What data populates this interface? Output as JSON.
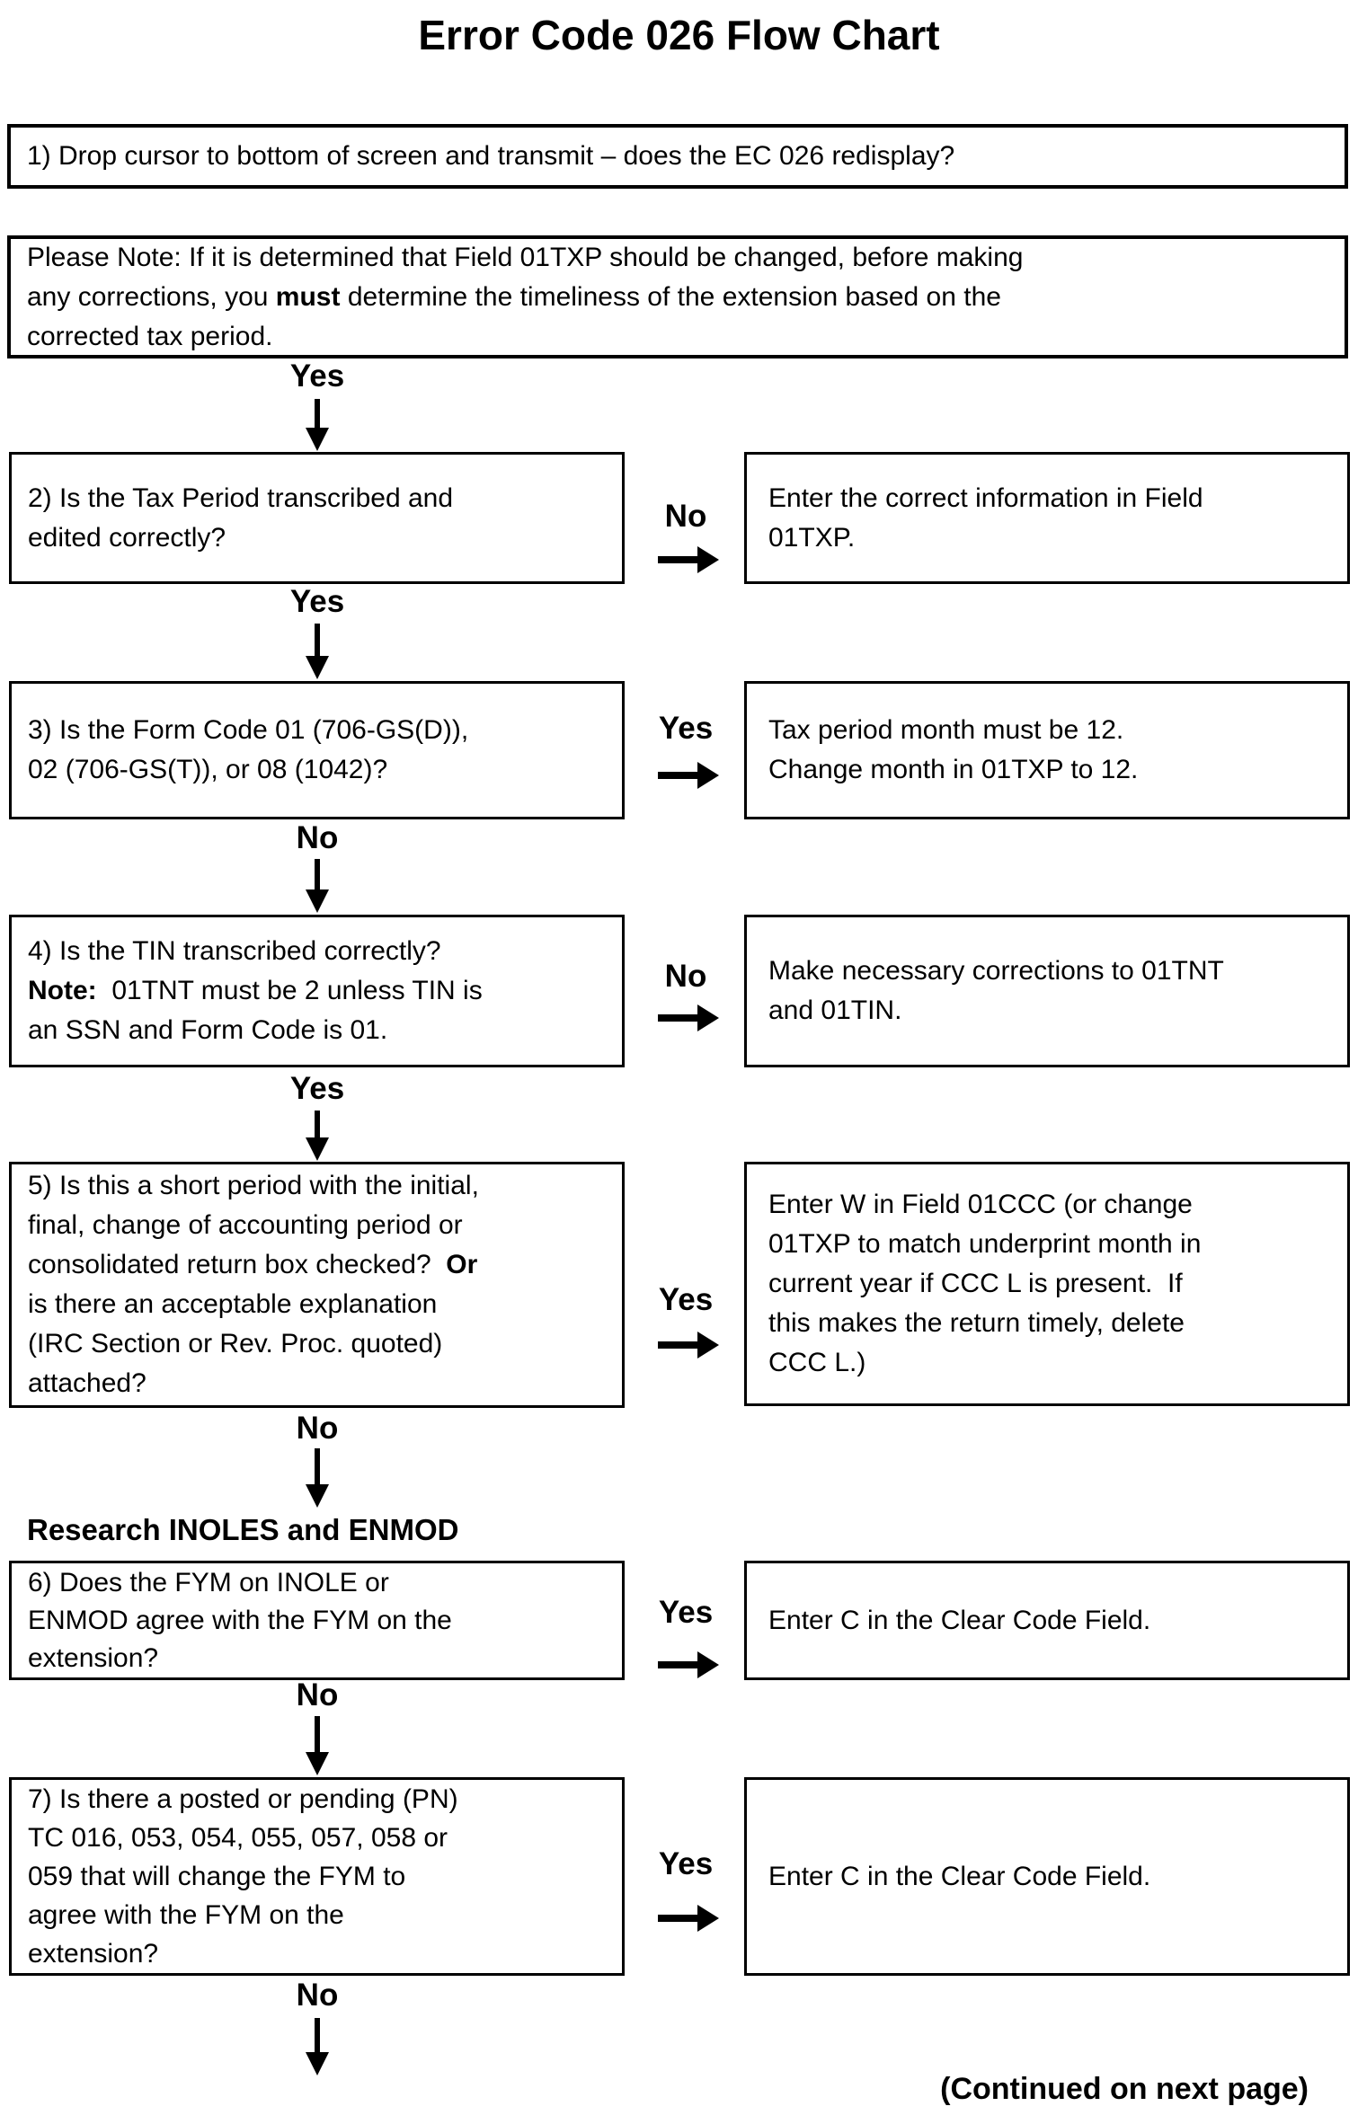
{
  "title": "Error Code 026 Flow Chart",
  "labels": {
    "yes": "Yes",
    "no": "No"
  },
  "research_heading": "Research INOLES and ENMOD",
  "continued_note": "(Continued on next page)",
  "steps": {
    "s1": {
      "lines": [
        [
          {
            "t": "1) Drop cursor to bottom of screen and transmit – does the EC 026 redisplay?"
          }
        ]
      ],
      "down_label": "Yes"
    },
    "note": {
      "lines": [
        [
          {
            "t": "Please Note: If it is determined that Field 01TXP should be changed, before making"
          }
        ],
        [
          {
            "t": "any corrections, you "
          },
          {
            "t": "must",
            "b": true
          },
          {
            "t": " determine the timeliness of the extension based on the"
          }
        ],
        [
          {
            "t": "corrected tax period."
          }
        ]
      ]
    },
    "s2": {
      "question": [
        [
          {
            "t": "2) Is the Tax Period transcribed and"
          }
        ],
        [
          {
            "t": "edited correctly?"
          }
        ]
      ],
      "branch_label": "No",
      "result": [
        [
          {
            "t": "Enter the correct information in Field"
          }
        ],
        [
          {
            "t": "01TXP."
          }
        ]
      ],
      "down_label": "Yes"
    },
    "s3": {
      "question": [
        [
          {
            "t": "3) Is the Form Code 01 (706-GS(D)),"
          }
        ],
        [
          {
            "t": "02 (706-GS(T)), or 08 (1042)?"
          }
        ]
      ],
      "branch_label": "Yes",
      "result": [
        [
          {
            "t": "Tax period month must be 12."
          }
        ],
        [
          {
            "t": "Change month in 01TXP to 12."
          }
        ]
      ],
      "down_label": "No"
    },
    "s4": {
      "question": [
        [
          {
            "t": "4) Is the TIN transcribed correctly?"
          }
        ],
        [
          {
            "t": "Note:",
            "b": true
          },
          {
            "t": "  01TNT must be 2 unless TIN is"
          }
        ],
        [
          {
            "t": "an SSN and Form Code is 01."
          }
        ]
      ],
      "branch_label": "No",
      "result": [
        [
          {
            "t": "Make necessary corrections to 01TNT"
          }
        ],
        [
          {
            "t": "and 01TIN."
          }
        ]
      ],
      "down_label": "Yes"
    },
    "s5": {
      "question": [
        [
          {
            "t": "5) Is this a short period with the initial,"
          }
        ],
        [
          {
            "t": "final, change of accounting period or"
          }
        ],
        [
          {
            "t": "consolidated return box checked?  "
          },
          {
            "t": "Or",
            "b": true
          }
        ],
        [
          {
            "t": "is there an acceptable explanation"
          }
        ],
        [
          {
            "t": "(IRC Section or Rev. Proc. quoted)"
          }
        ],
        [
          {
            "t": "attached?"
          }
        ]
      ],
      "branch_label": "Yes",
      "result": [
        [
          {
            "t": "Enter W in Field 01CCC (or change"
          }
        ],
        [
          {
            "t": "01TXP to match underprint month in"
          }
        ],
        [
          {
            "t": "current year if CCC L is present.  If"
          }
        ],
        [
          {
            "t": "this makes the return timely, delete"
          }
        ],
        [
          {
            "t": "CCC L.)"
          }
        ]
      ],
      "down_label": "No"
    },
    "s6": {
      "question": [
        [
          {
            "t": "6) Does the FYM on INOLE or"
          }
        ],
        [
          {
            "t": "ENMOD agree with the FYM on the"
          }
        ],
        [
          {
            "t": "extension?"
          }
        ]
      ],
      "branch_label": "Yes",
      "result": [
        [
          {
            "t": "Enter C in the Clear Code Field."
          }
        ]
      ],
      "down_label": "No"
    },
    "s7": {
      "question": [
        [
          {
            "t": "7) Is there a posted or pending (PN)"
          }
        ],
        [
          {
            "t": "TC 016, 053, 054, 055, 057, 058 or"
          }
        ],
        [
          {
            "t": "059 that will change the FYM to"
          }
        ],
        [
          {
            "t": "agree with the FYM on the"
          }
        ],
        [
          {
            "t": "extension?"
          }
        ]
      ],
      "branch_label": "Yes",
      "result": [
        [
          {
            "t": "Enter C in the Clear Code Field."
          }
        ]
      ],
      "down_label": "No"
    }
  }
}
